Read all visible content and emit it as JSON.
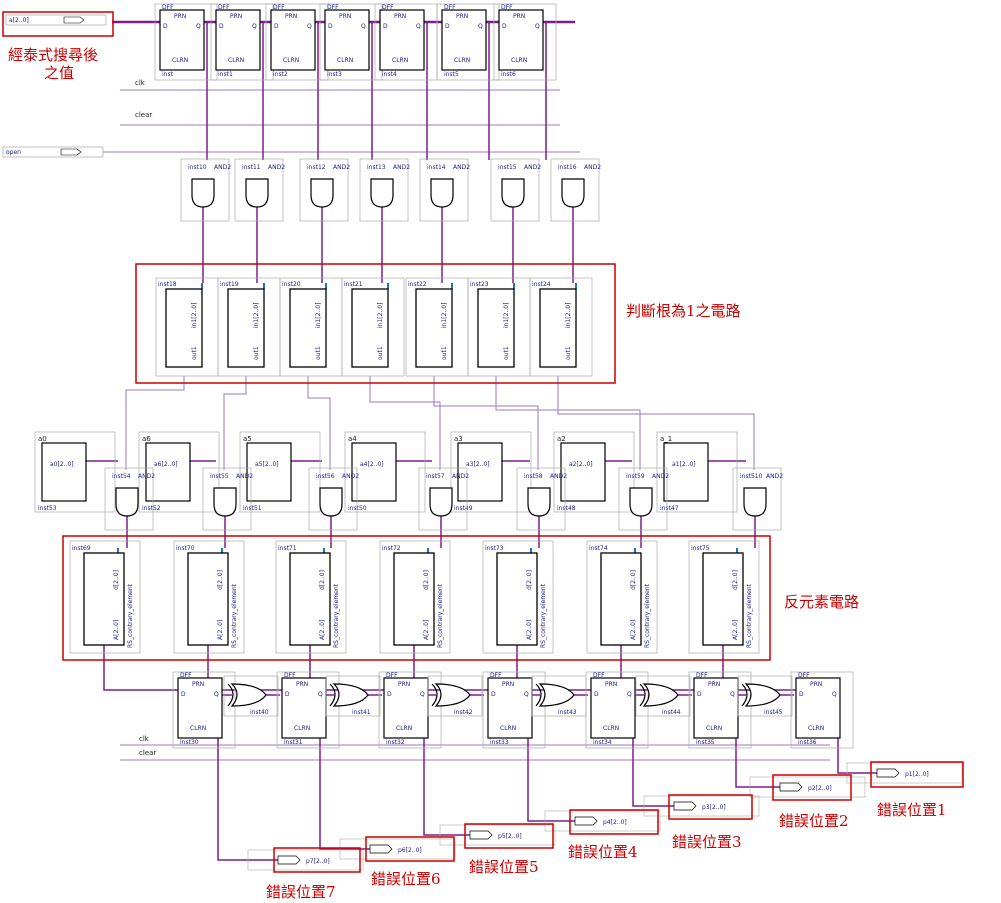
{
  "annotations": {
    "berlekamp": "經泰式搜尋後\n之值",
    "root_check": "判斷根為1之電路",
    "inverse": "反元素電路",
    "err1": "錯誤位置1",
    "err2": "錯誤位置2",
    "err3": "錯誤位置3",
    "err4": "錯誤位置4",
    "err5": "錯誤位置5",
    "err6": "錯誤位置6",
    "err7": "錯誤位置7"
  },
  "pins": {
    "top_input": "a[2..0]",
    "clk": "clk",
    "clear": "clear",
    "open": "open",
    "clk2": "clk",
    "clear2": "clear"
  },
  "dff": {
    "label": "DFF",
    "pre": "PRN",
    "clr": "CLRN",
    "q": "Q",
    "d": "D"
  },
  "top_dffs": [
    "inst",
    "inst1",
    "inst2",
    "inst3",
    "inst4",
    "inst5",
    "inst6"
  ],
  "and_gates": [
    "inst10",
    "inst11",
    "inst12",
    "inst13",
    "inst14",
    "inst15",
    "inst16"
  ],
  "and_type": "AND2",
  "root_blocks": {
    "names": [
      "inst18",
      "inst19",
      "inst20",
      "inst21",
      "inst22",
      "inst23",
      "inst24"
    ],
    "in_port": "in1[2..0]",
    "out_port": "out1"
  },
  "constants": {
    "labels": [
      "a0",
      "a6",
      "a5",
      "a4",
      "a3",
      "a2",
      "a_1"
    ],
    "values": [
      "a0[2..0]",
      "a6[2..0]",
      "a5[2..0]",
      "a4[2..0]",
      "a3[2..0]",
      "a2[2..0]",
      "a1[2..0]"
    ],
    "insts": [
      "inst53",
      "inst52",
      "inst51",
      "inst50",
      "inst49",
      "inst48",
      "inst47"
    ]
  },
  "inv_blocks": {
    "names": [
      "inst69",
      "inst70",
      "inst71",
      "inst72",
      "inst73",
      "inst74",
      "inst75"
    ],
    "in_port": "A[2..0]",
    "out_port": "d[2..0]",
    "type": "RS_contrary_element"
  },
  "outputs": [
    "p1[2..0]",
    "p2[2..0]",
    "p3[2..0]",
    "p4[2..0]",
    "p5[2..0]",
    "p6[2..0]",
    "p7[2..0]"
  ],
  "colors": {
    "annotation": "#cc0000",
    "bus": "#7a1f8a",
    "wire": "#9a7ac0",
    "block": "#000000",
    "frame": "#aaaaaa"
  }
}
